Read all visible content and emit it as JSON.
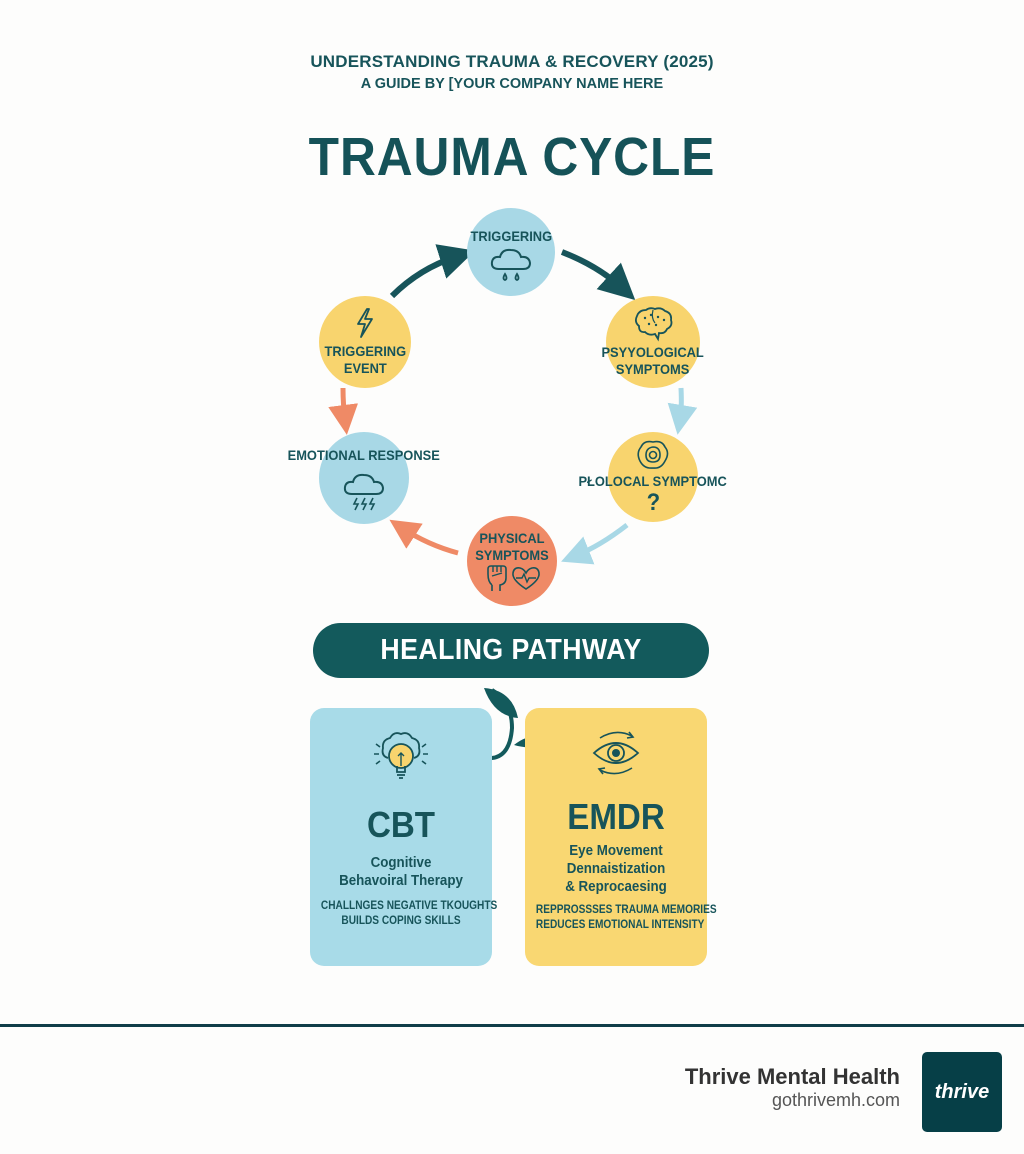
{
  "header": {
    "title": "UNDERSTANDING TRAUMA & RECOVERY (2025)",
    "subtitle": "A GUIDE BY [YOUR COMPANY NAME HERE"
  },
  "cycle": {
    "title": "TRAUMA CYCLE",
    "nodes": [
      {
        "label": "TRIGGERING",
        "icon": "rain-cloud-icon",
        "color": "#a8d8e6"
      },
      {
        "label": "PSYYOLOGICAL\nSYMPTOMS",
        "icon": "brain-icon",
        "color": "#f8d46e"
      },
      {
        "label": "PŁOLOCAL SYMPTOMC",
        "icon": "rose-icon",
        "extra": "?",
        "color": "#f8d46e"
      },
      {
        "label": "PHYSICAL\nSYMPTOMS",
        "icon": "fist-heart-icon",
        "color": "#ef8a66"
      },
      {
        "label": "EMOTIONAL RESPONSE",
        "icon": "storm-cloud-icon",
        "color": "#a8d8e6"
      },
      {
        "label": "TRIGGERING\nEVENT",
        "icon": "lightning-icon",
        "color": "#f8d46e"
      }
    ],
    "arrow_colors": {
      "dark": "#17545a",
      "light_blue": "#a8d8e6",
      "orange": "#ef8a66"
    }
  },
  "pathway": {
    "title": "HEALING PATHWAY",
    "cards": [
      {
        "abbr": "CBT",
        "full_line1": "Cognitive",
        "full_line2": "Behavoiral Therapy",
        "desc_line1": "CHALLNGES NEGATIVE TKOUGHTS",
        "desc_line2": "BUILDS COPING SKILLS",
        "icon": "brain-lightbulb-icon",
        "color": "#a8dbe8"
      },
      {
        "abbr": "EMDR",
        "full_line1": "Eye Movement",
        "full_line2": "Dennaistization",
        "full_line3": "& Reprocaesing",
        "desc_line1": "REPPROSSSES TRAUMA MEMORIES",
        "desc_line2": "REDUCES EMOTIONAL INTENSITY",
        "icon": "eye-cycle-icon",
        "color": "#f9d772"
      }
    ]
  },
  "footer": {
    "brand_name": "Thrive Mental Health",
    "brand_url": "gothrivemh.com",
    "logo_text": "thrive",
    "brand_color": "#063f47"
  }
}
